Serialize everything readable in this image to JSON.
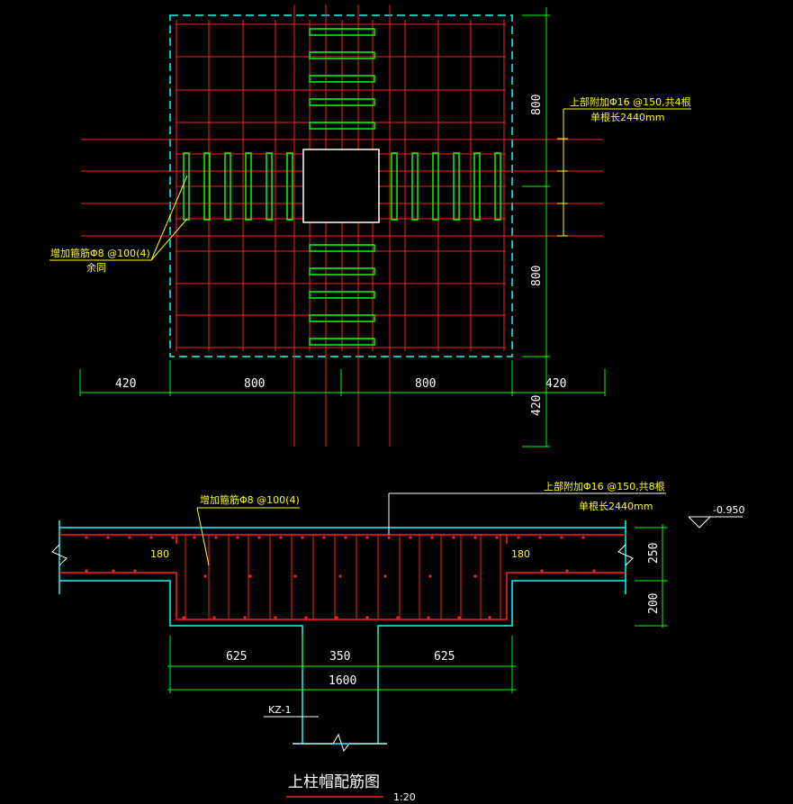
{
  "plan": {
    "dims_bottom": [
      "420",
      "800",
      "800",
      "420"
    ],
    "dims_right": [
      "800",
      "800",
      "420"
    ],
    "note_top_line1": "上部附加Φ16 @150,共4根",
    "note_top_line2": "单根长2440mm",
    "note_left_line1": "增加箍筋Φ8 @100(4)",
    "note_left_line2": "余同"
  },
  "section": {
    "note_stirrup": "增加箍筋Φ8 @100(4)",
    "note_top_line1": "上部附加Φ16 @150,共8根",
    "note_top_line2": "单根长2440mm",
    "elevation": "-0.950",
    "cover_left": "180",
    "cover_right": "180",
    "dims_right": [
      "250",
      "200"
    ],
    "dims_bottom": [
      "625",
      "350",
      "625"
    ],
    "dim_total": "1600",
    "column_label": "KZ-1"
  },
  "title": "上柱帽配筋图",
  "scale": "1:20",
  "colors": {
    "rebar": "#ff2020",
    "dimension": "#00ff00",
    "concrete": "#00ffff",
    "stirrup": "#00ff00",
    "text": "#ffffff",
    "note": "#ffff00"
  }
}
